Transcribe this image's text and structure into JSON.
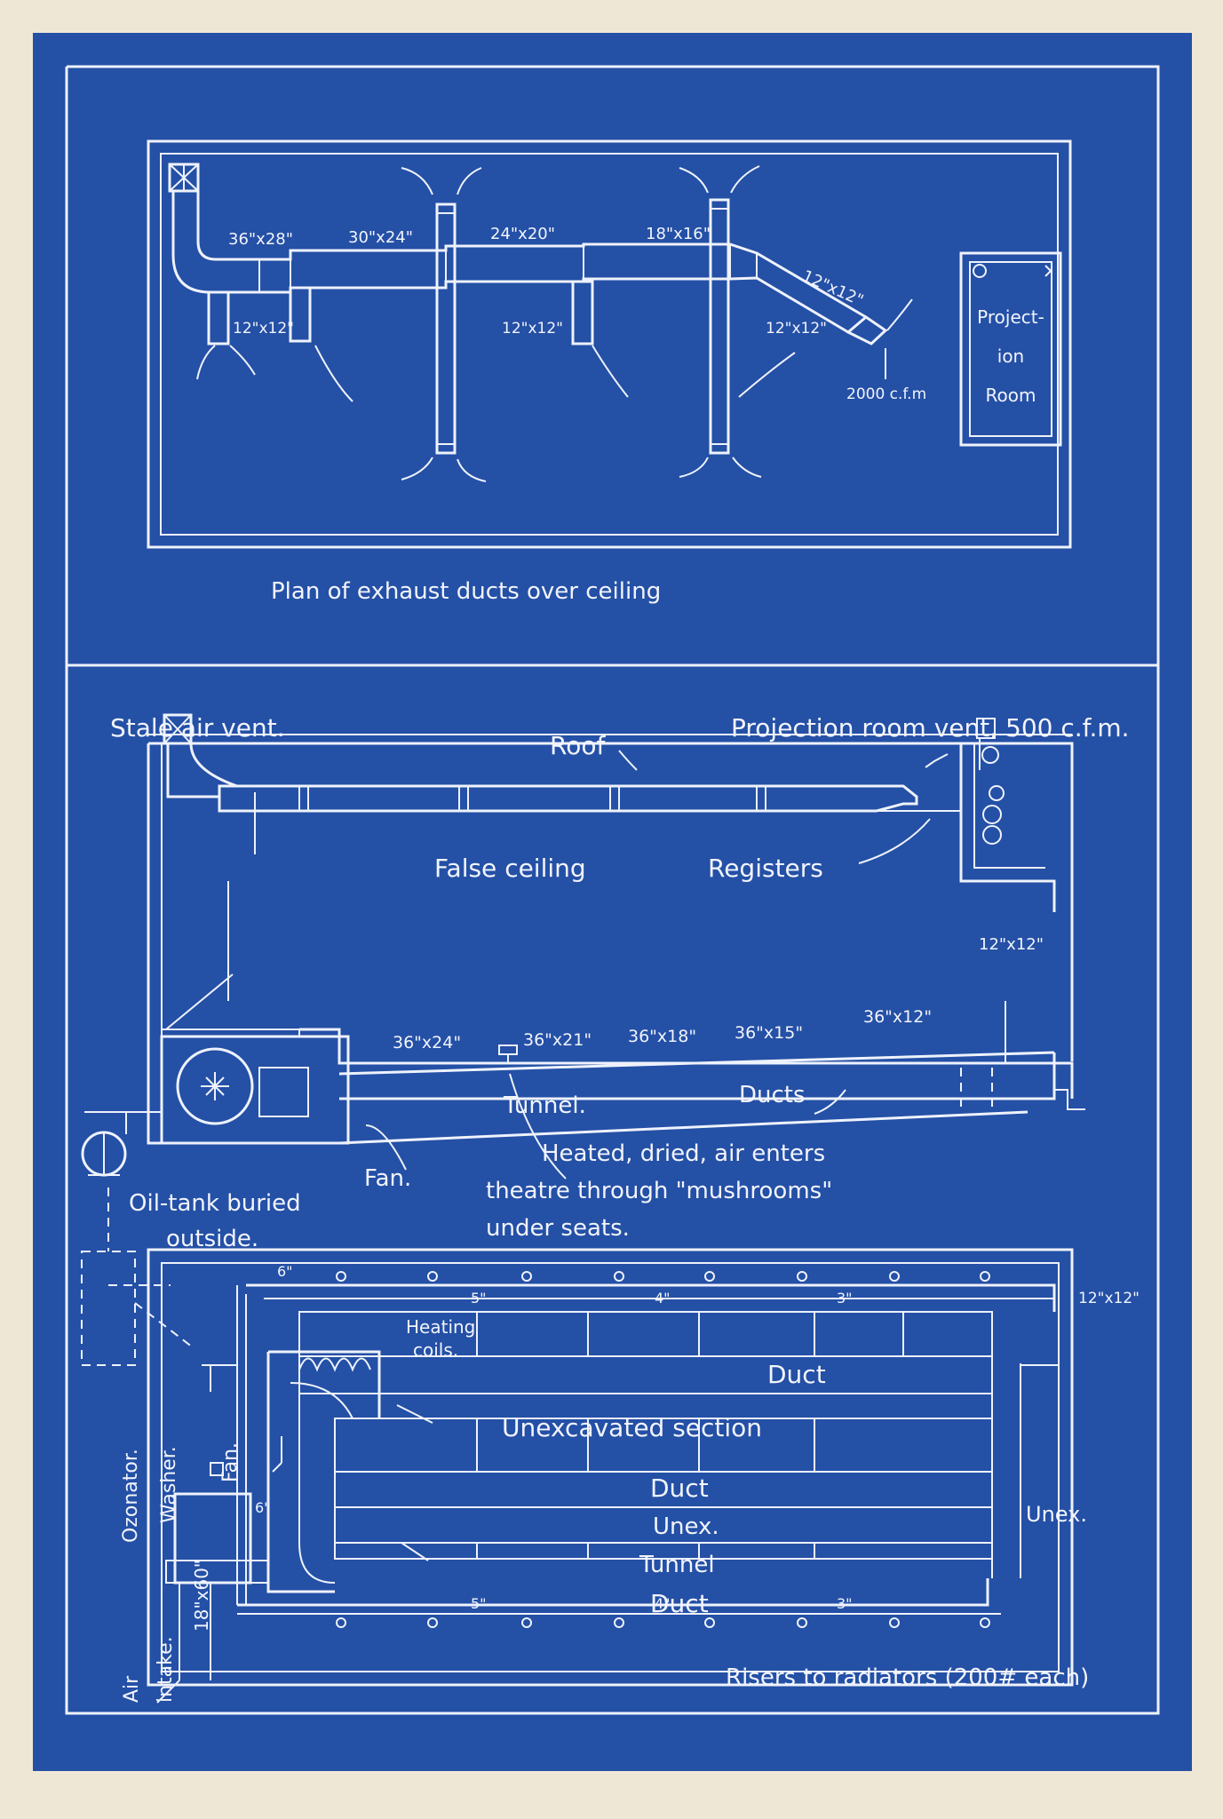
{
  "plan": {
    "title": "Plan of exhaust ducts over ceiling",
    "duct_sizes": [
      "36\"x28\"",
      "30\"x24\"",
      "24\"x20\"",
      "18\"x16\"",
      "12\"x12\""
    ],
    "branch_sizes": [
      "12\"x12\"",
      "12\"x12\"",
      "12\"x12\""
    ],
    "flow": "2000 c.f.m",
    "room": [
      "Project-",
      "ion",
      "Room"
    ]
  },
  "section": {
    "stale_vent": "Stale air vent.",
    "roof": "Roof",
    "proj_vent": "Projection room vent, 500 c.f.m.",
    "false_ceiling": "False ceiling",
    "registers": "Registers",
    "riser": "12\"x12\"",
    "duct_sizes": [
      "36\"x24\"",
      "36\"x21\"",
      "36\"x18\"",
      "36\"x15\"",
      "36\"x12\""
    ],
    "tunnel": "Tunnel.",
    "ducts": "Ducts",
    "fan": "Fan.",
    "oil_tank": [
      "Oil-tank buried",
      "outside."
    ],
    "note": [
      "Heated, dried, air enters",
      "theatre through \"mushrooms\"",
      "under seats."
    ]
  },
  "basement": {
    "pipe_top": [
      "6\"",
      "5\"",
      "4\"",
      "3\""
    ],
    "pipe_bottom": [
      "5\"",
      "4\"",
      "3\""
    ],
    "pipe_left": "6\"",
    "corner_size": "12\"x12\"",
    "heating_coils": [
      "Heating",
      "coils."
    ],
    "duct_labels": [
      "Duct",
      "Duct",
      "Duct"
    ],
    "unexcavated": "Unexcavated section",
    "unex_mid": "Unex.",
    "unex_right": "Unex.",
    "tunnel": "Tunnel",
    "fan": "Fan.",
    "washer": "Washer.",
    "ozonator": "Ozonator.",
    "air_intake": [
      "Air",
      "intake."
    ],
    "intake_size": "18\"x60\"",
    "risers": "Risers to radiators (200# each)"
  },
  "colors": {
    "paper": "#efe7d6",
    "blueprint": "#2450a6",
    "ink": "#eef2fb"
  }
}
